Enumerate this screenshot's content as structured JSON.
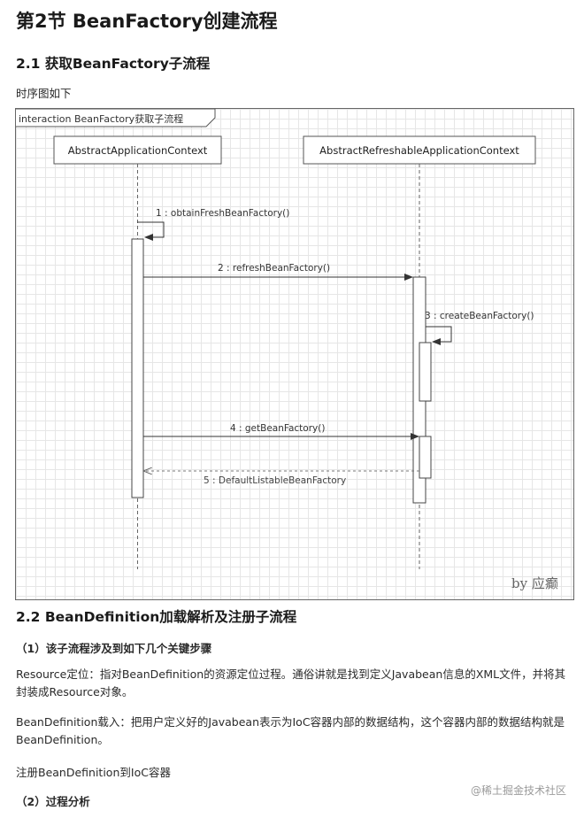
{
  "doc": {
    "title": "第2节 BeanFactory创建流程",
    "section1": {
      "heading": "2.1 获取BeanFactory子流程",
      "intro": "时序图如下"
    },
    "diagram": {
      "frame_label": "interaction BeanFactory获取子流程",
      "lifelines": [
        {
          "name": "AbstractApplicationContext"
        },
        {
          "name": "AbstractRefreshableApplicationContext"
        }
      ],
      "messages": [
        {
          "label": "1 : obtainFreshBeanFactory()"
        },
        {
          "label": "2 : refreshBeanFactory()"
        },
        {
          "label": "3 : createBeanFactory()"
        },
        {
          "label": "4 : getBeanFactory()"
        },
        {
          "label": "5 : DefaultListableBeanFactory"
        }
      ],
      "signature": "by 应癫"
    },
    "section2": {
      "heading": "2.2 BeanDefinition加载解析及注册子流程",
      "step1": "（1）该子流程涉及到如下几个关键步骤",
      "p1": "Resource定位：指对BeanDefinition的资源定位过程。通俗讲就是找到定义Javabean信息的XML文件，并将其封装成Resource对象。",
      "p2": "BeanDefinition载入：把用户定义好的Javabean表示为IoC容器内部的数据结构，这个容器内部的数据结构就是BeanDefinition。",
      "p3": "注册BeanDefinition到IoC容器",
      "step2": "（2）过程分析"
    },
    "watermark": "@稀土掘金技术社区"
  }
}
